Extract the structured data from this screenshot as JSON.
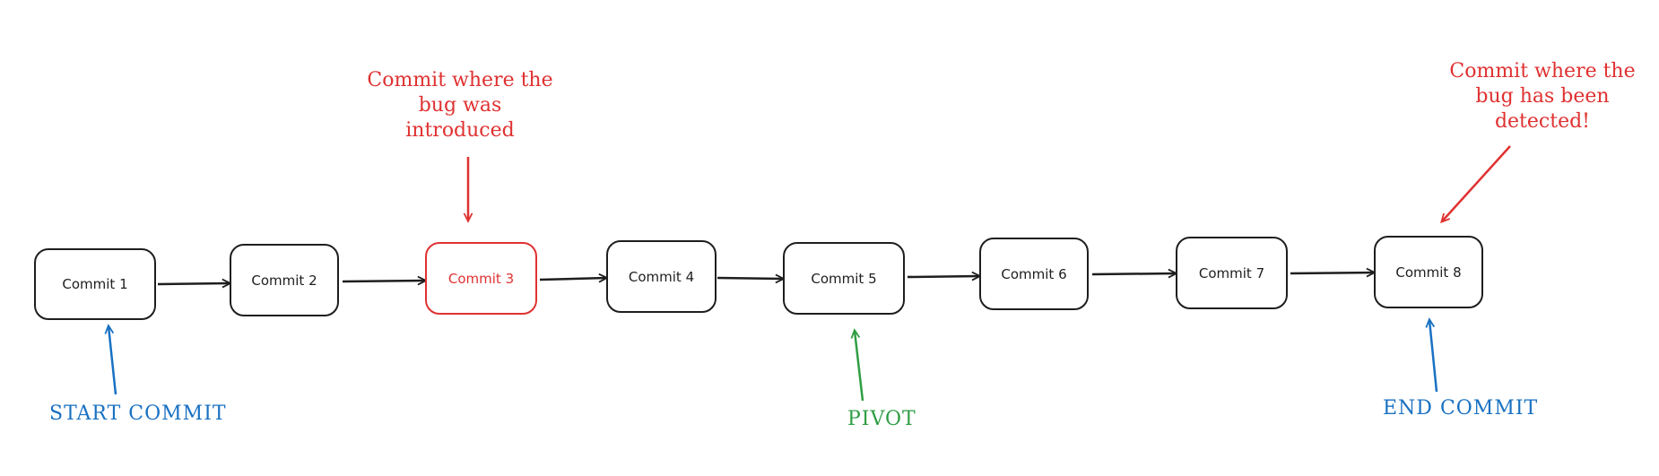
{
  "diagram": {
    "commits": [
      {
        "label": "Commit 1"
      },
      {
        "label": "Commit 2"
      },
      {
        "label": "Commit 3",
        "highlight": true
      },
      {
        "label": "Commit 4"
      },
      {
        "label": "Commit 5"
      },
      {
        "label": "Commit 6"
      },
      {
        "label": "Commit 7"
      },
      {
        "label": "Commit 8"
      }
    ],
    "annotations": {
      "bug_introduced": "Commit where the bug was introduced",
      "bug_detected": "Commit where the bug has been detected!",
      "start": "START COMMIT",
      "pivot": "PIVOT",
      "end": "END COMMIT"
    },
    "colors": {
      "stroke": "#1e1e1e",
      "bug": "#e03131",
      "marker_blue": "#1971c2",
      "marker_green": "#2f9e44"
    }
  }
}
